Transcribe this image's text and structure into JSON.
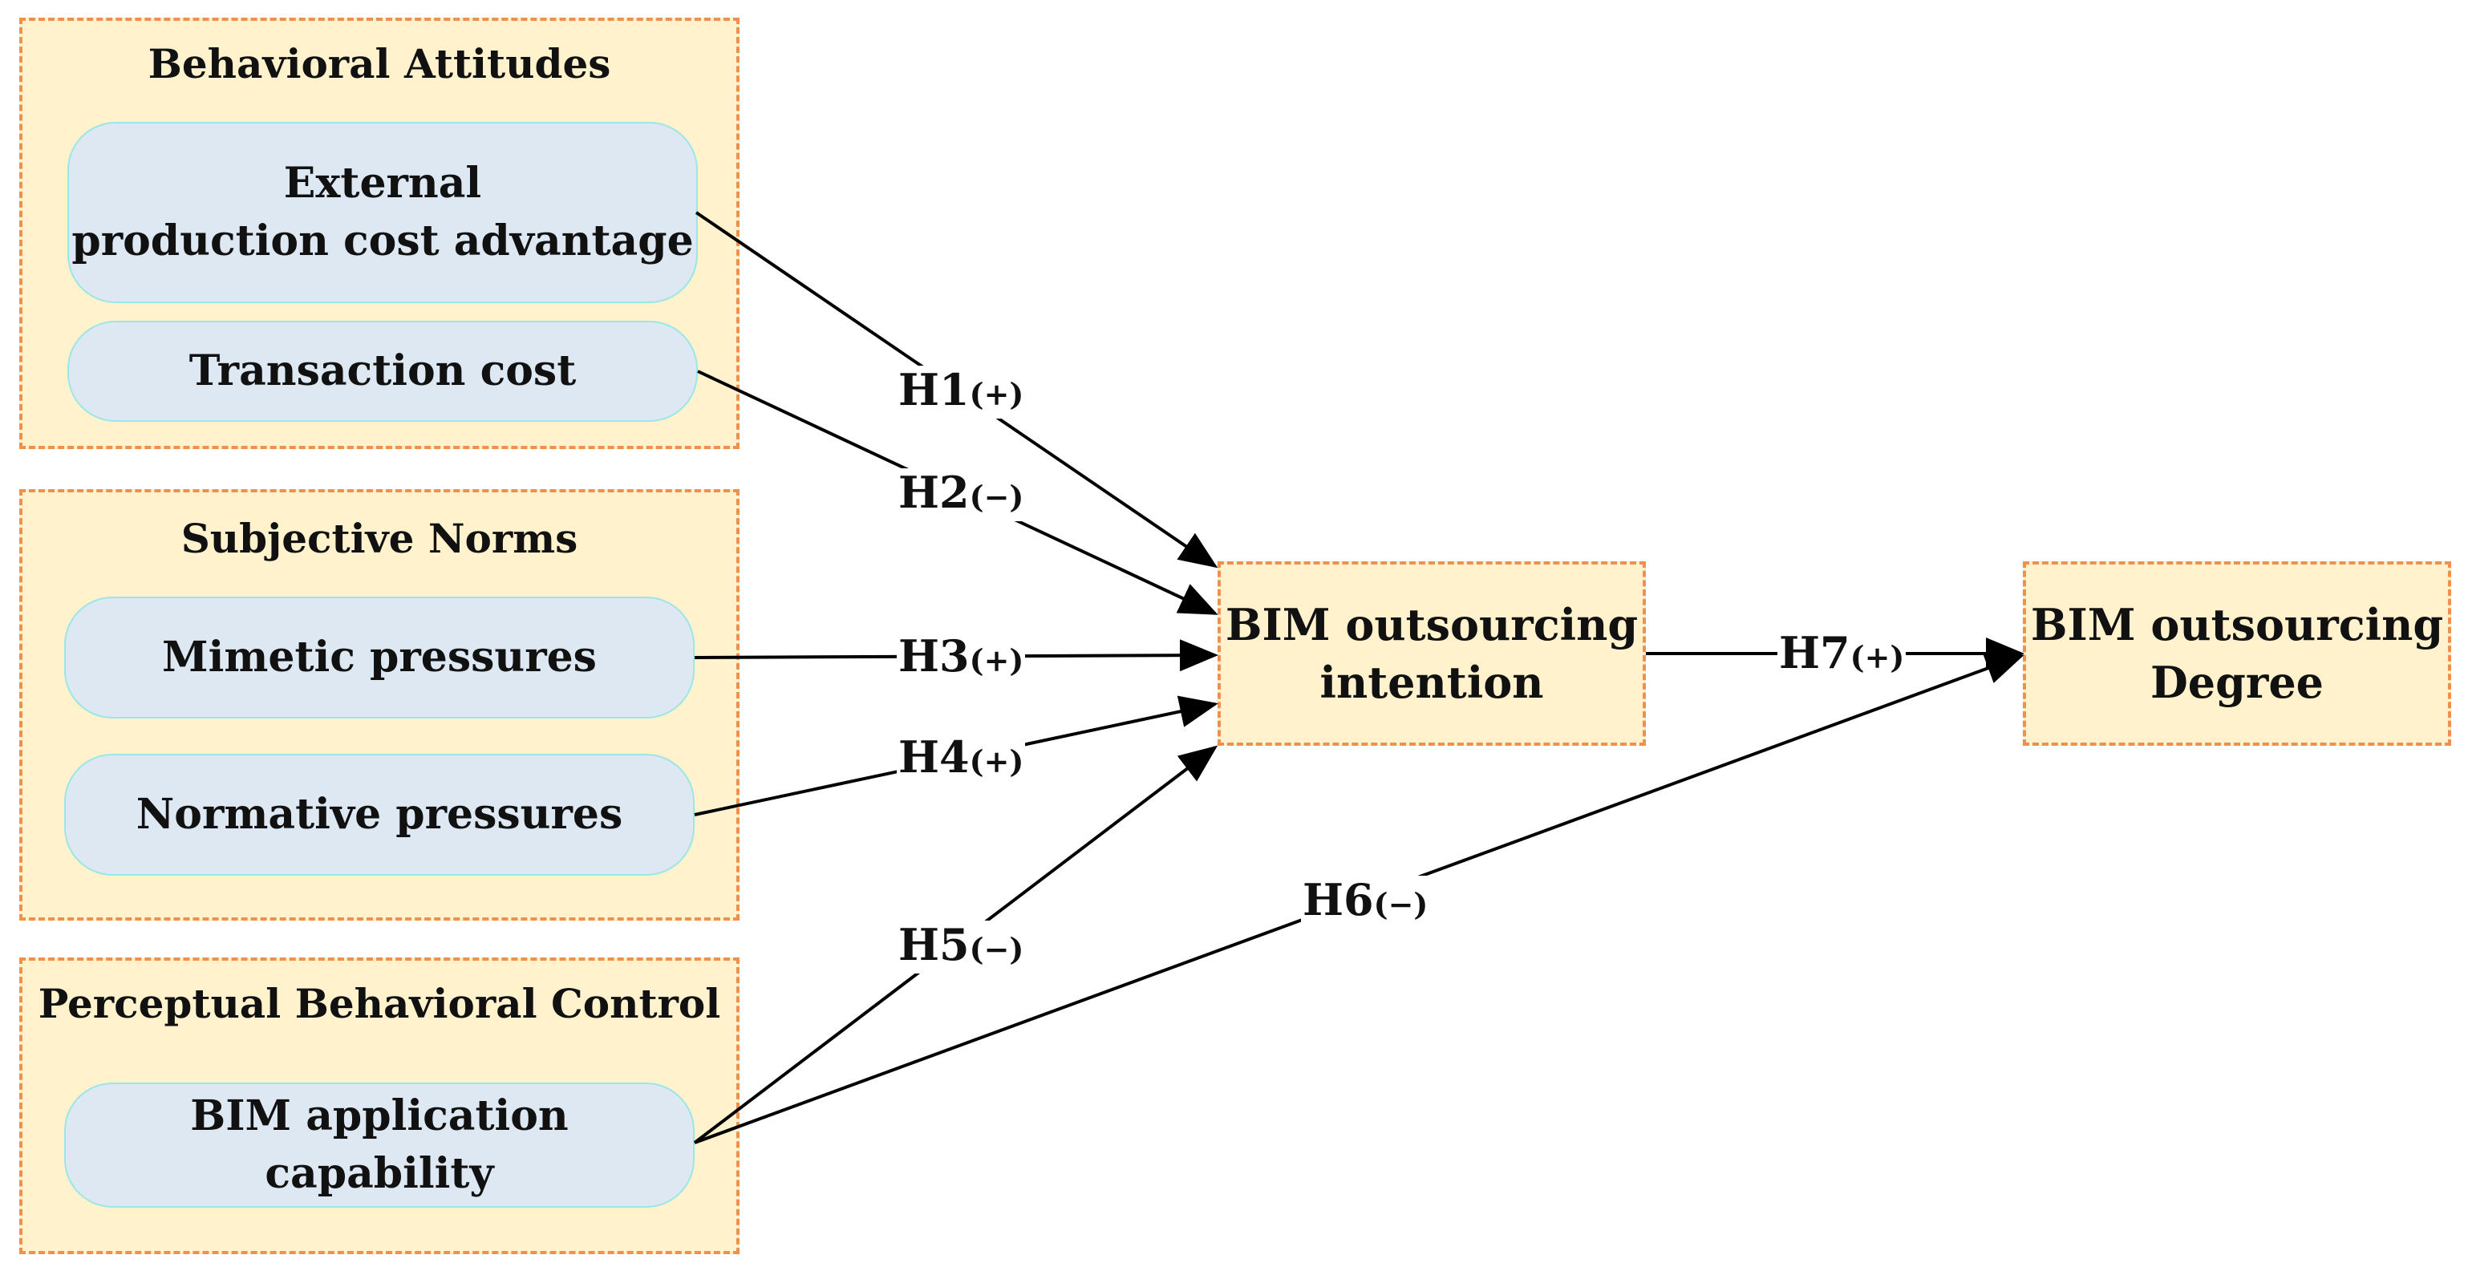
{
  "groups": {
    "behavioral_attitudes": {
      "title": "Behavioral Attitudes",
      "items": [
        "External\nproduction cost advantage",
        "Transaction cost"
      ]
    },
    "subjective_norms": {
      "title": "Subjective Norms",
      "items": [
        "Mimetic pressures",
        "Normative pressures"
      ]
    },
    "perceptual_behavioral_control": {
      "title": "Perceptual Behavioral Control",
      "items": [
        "BIM application\ncapability"
      ]
    }
  },
  "outcomes": {
    "intention": "BIM outsourcing\nintention",
    "degree": "BIM outsourcing\nDegree"
  },
  "hypotheses": [
    {
      "id": "H1",
      "sign": "(+)"
    },
    {
      "id": "H2",
      "sign": "(−)"
    },
    {
      "id": "H3",
      "sign": "(+)"
    },
    {
      "id": "H4",
      "sign": "(+)"
    },
    {
      "id": "H5",
      "sign": "(−)"
    },
    {
      "id": "H6",
      "sign": "(−)"
    },
    {
      "id": "H7",
      "sign": "(+)"
    }
  ],
  "colors": {
    "group_fill": "#fff2cc",
    "group_border": "#f0904a",
    "variable_fill": "#dde8f3",
    "variable_border": "#9be6e6",
    "arrow": "#000000"
  }
}
